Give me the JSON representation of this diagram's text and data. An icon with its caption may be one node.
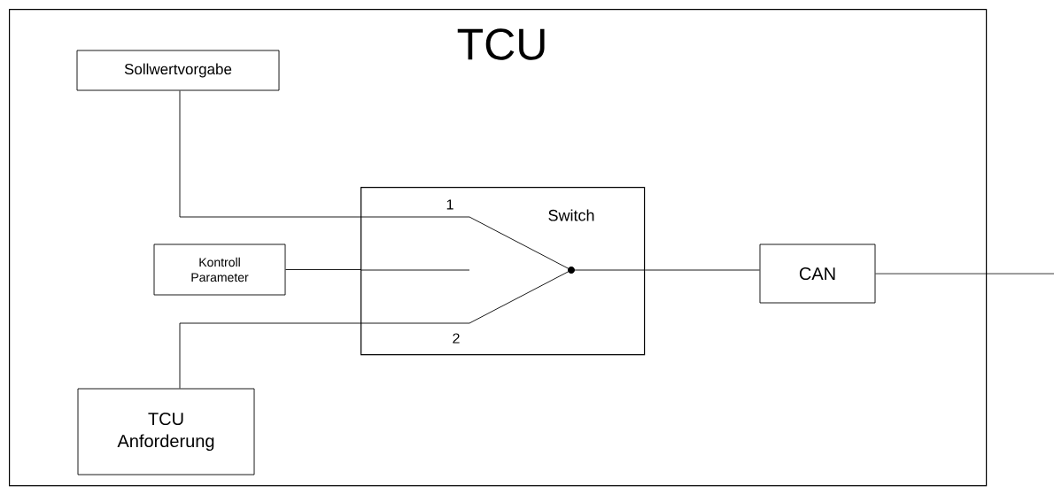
{
  "diagram": {
    "nodes": [
      {
        "text": [
          "TCU"
        ]
      },
      {
        "text": [
          "Sollwertvorgabe"
        ],
        "in": 0
      },
      {
        "text": [
          "Kontroll Parameter"
        ],
        "in": 0
      },
      {
        "text": [
          "Switch"
        ],
        "in": 0
      },
      {
        "text": [
          "TCU Anforderung"
        ],
        "in": 0
      },
      {
        "text": [
          "CAN"
        ],
        "in": 0
      }
    ],
    "edges": [
      {
        "from": 1,
        "to": 3,
        "arrow": "none"
      },
      {
        "from": 2,
        "to": 3,
        "arrow": "none"
      },
      {
        "from": 4,
        "to": 3,
        "arrow": "none"
      },
      {
        "from": 3,
        "to": 5,
        "arrow": "none"
      },
      {
        "from": 5,
        "to": null,
        "arrow": "none"
      }
    ],
    "labels": [
      "1",
      "2"
    ]
  }
}
